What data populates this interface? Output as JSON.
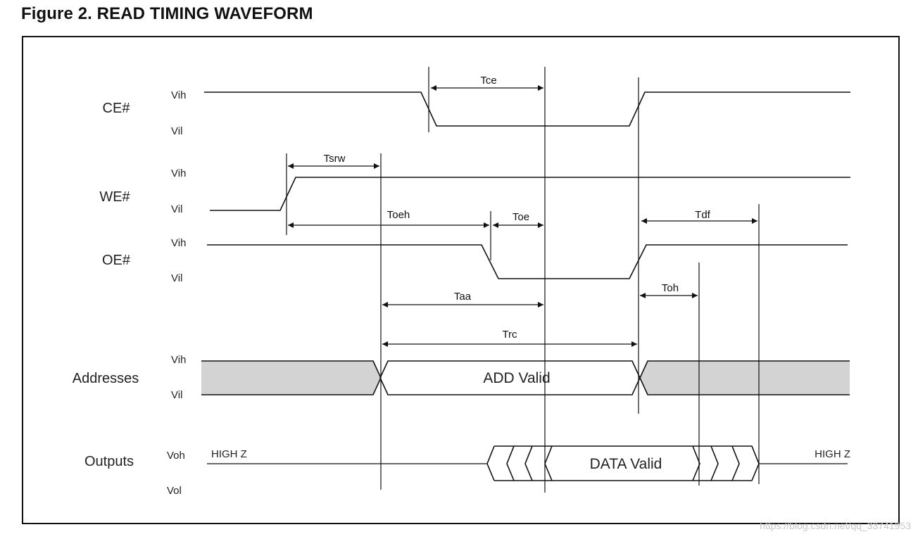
{
  "title": "Figure 2. READ TIMING WAVEFORM",
  "signals": {
    "ce": "CE#",
    "we": "WE#",
    "oe": "OE#",
    "addresses": "Addresses",
    "outputs": "Outputs"
  },
  "levels": {
    "vih": "Vih",
    "vil": "Vil",
    "voh": "Voh",
    "vol": "Vol"
  },
  "timings": {
    "tce": "Tce",
    "tsrw": "Tsrw",
    "toeh": "Toeh",
    "toe": "Toe",
    "tdf": "Tdf",
    "toh": "Toh",
    "taa": "Taa",
    "trc": "Trc"
  },
  "labels": {
    "add_valid": "ADD Valid",
    "data_valid": "DATA Valid",
    "high_z": "HIGH Z"
  },
  "colors": {
    "invalid_fill": "#d3d3d3",
    "line": "#111111"
  },
  "watermark": "https://blog.csdn.net/qq_33741953"
}
